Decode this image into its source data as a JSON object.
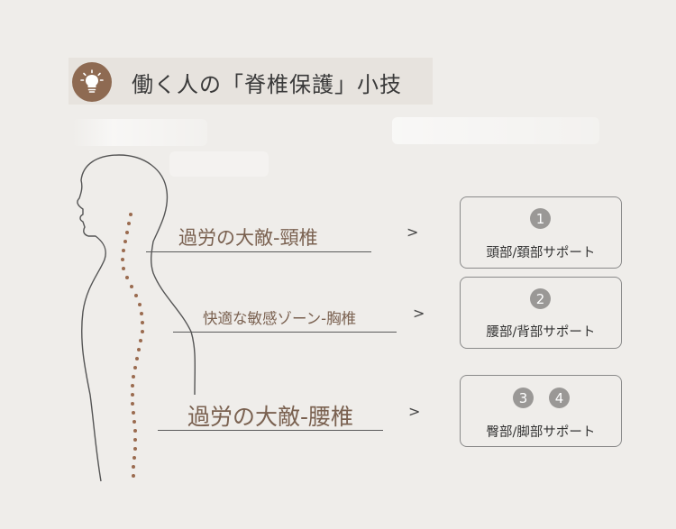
{
  "header": {
    "title": "働く人の「脊椎保護」小技",
    "icon": "lightbulb-icon",
    "accent_color": "#8e6a52"
  },
  "callouts": [
    {
      "label": "過労の大敵-頸椎",
      "arrow": ">",
      "card_badges": [
        "1"
      ],
      "card_text": "頭部/頚部サポート"
    },
    {
      "label": "快適な敏感ゾーン-胸椎",
      "arrow": ">",
      "card_badges": [
        "2"
      ],
      "card_text": "腰部/背部サポート"
    },
    {
      "label": "過労の大敵-腰椎",
      "arrow": ">",
      "card_badges": [
        "3",
        "4"
      ],
      "card_text": "臀部/脚部サポート"
    }
  ],
  "colors": {
    "background": "#efedea",
    "spine_dots": "#9a6b4f",
    "badge": "#9a9896"
  }
}
